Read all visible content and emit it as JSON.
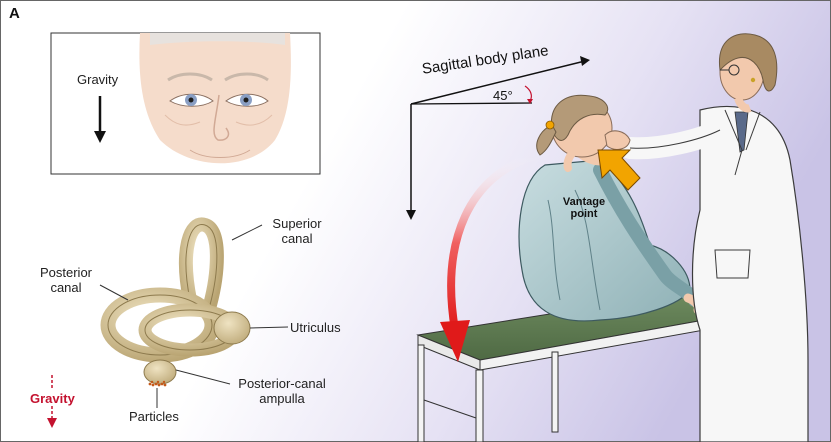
{
  "figure": {
    "panel_letter": "A",
    "gravity_label_top": "Gravity",
    "gravity_label_bottom": "Gravity",
    "labels": {
      "superior_canal": "Superior\ncanal",
      "posterior_canal": "Posterior\ncanal",
      "utriculus": "Utriculus",
      "posterior_canal_ampulla": "Posterior-canal\nampulla",
      "particles": "Particles",
      "sagittal_plane": "Sagittal body plane",
      "angle": "45°",
      "vantage_point": "Vantage\npoint"
    },
    "colors": {
      "background_gradient_start": "#ffffff",
      "background_gradient_end": "#c9c3e6",
      "gravity_red": "#c4122f",
      "motion_arrow_red": "#e01a1a",
      "vantage_arrow_orange": "#f2a400",
      "canal_fill": "#d7c59a",
      "table_green": "#5f7d51"
    }
  }
}
